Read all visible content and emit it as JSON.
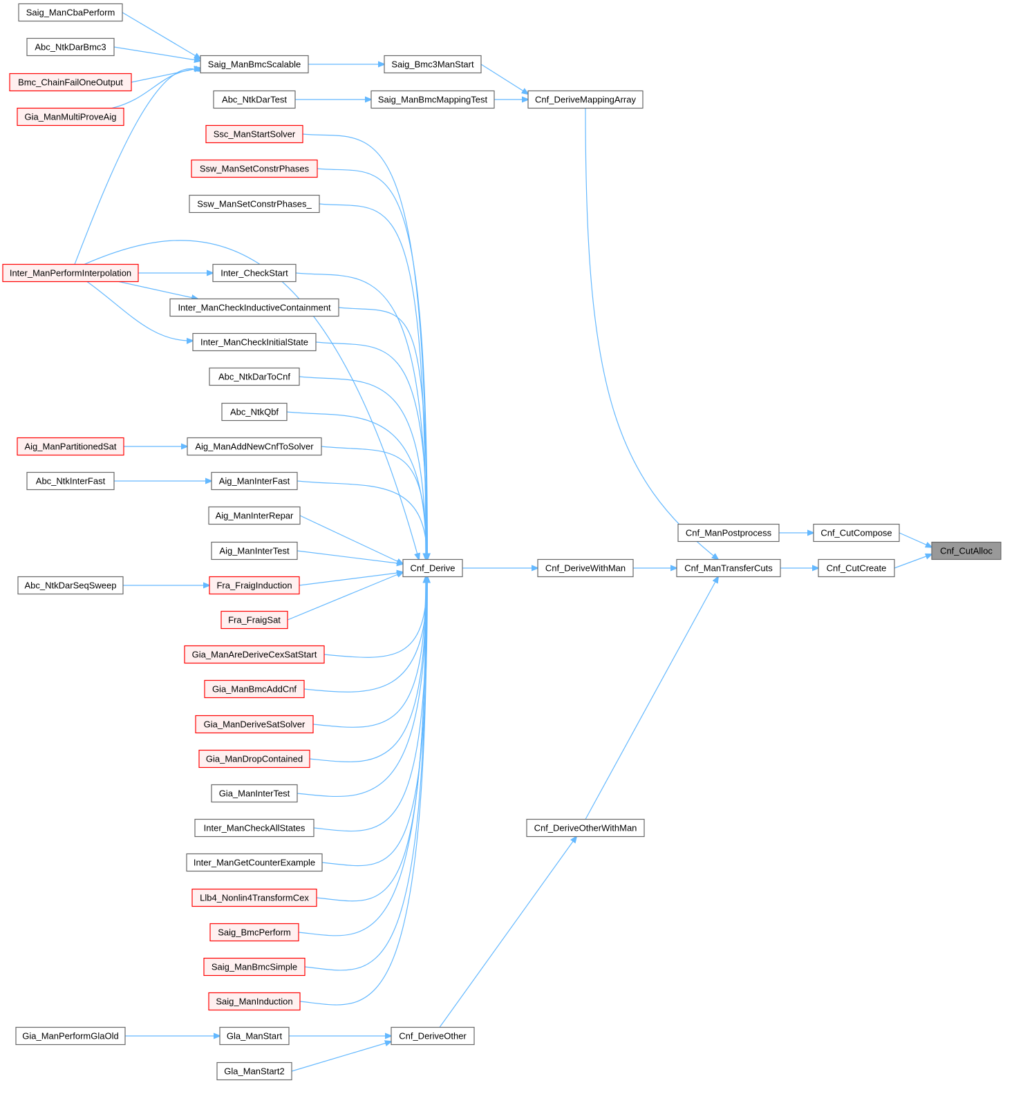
{
  "title": "Cnf_CutAlloc caller graph",
  "colors": {
    "edge": "#63b8ff",
    "node_border": "#666666",
    "truncated_border": "#ff0000",
    "truncated_fill": "#fff0f0",
    "focus_fill": "#999999"
  },
  "nodes": [
    {
      "id": "n_cutalloc",
      "label": "Cnf_CutAlloc",
      "style": "focus"
    },
    {
      "id": "n_cutcompose",
      "label": "Cnf_CutCompose",
      "style": "plain"
    },
    {
      "id": "n_cutcreate",
      "label": "Cnf_CutCreate",
      "style": "plain"
    },
    {
      "id": "n_manpostprocess",
      "label": "Cnf_ManPostprocess",
      "style": "plain"
    },
    {
      "id": "n_mantransfercuts",
      "label": "Cnf_ManTransferCuts",
      "style": "plain"
    },
    {
      "id": "n_derivemappingarray",
      "label": "Cnf_DeriveMappingArray",
      "style": "plain"
    },
    {
      "id": "n_derivewithman",
      "label": "Cnf_DeriveWithMan",
      "style": "plain"
    },
    {
      "id": "n_deriveotherwithman",
      "label": "Cnf_DeriveOtherWithMan",
      "style": "plain"
    },
    {
      "id": "n_bmc3manstart",
      "label": "Saig_Bmc3ManStart",
      "style": "plain"
    },
    {
      "id": "n_manbmcmappingtest",
      "label": "Saig_ManBmcMappingTest",
      "style": "plain"
    },
    {
      "id": "n_cnfderive",
      "label": "Cnf_Derive",
      "style": "plain"
    },
    {
      "id": "n_cnfderiveother",
      "label": "Cnf_DeriveOther",
      "style": "plain"
    },
    {
      "id": "n_manbmcscalable",
      "label": "Saig_ManBmcScalable",
      "style": "plain"
    },
    {
      "id": "n_ntkdartest",
      "label": "Abc_NtkDarTest",
      "style": "plain"
    },
    {
      "id": "n_sscstartsolver",
      "label": "Ssc_ManStartSolver",
      "style": "red"
    },
    {
      "id": "n_sswsetconstr",
      "label": "Ssw_ManSetConstrPhases",
      "style": "red"
    },
    {
      "id": "n_sswsetconstr2",
      "label": "Ssw_ManSetConstrPhases_",
      "style": "plain"
    },
    {
      "id": "n_intercheckstart",
      "label": "Inter_CheckStart",
      "style": "plain"
    },
    {
      "id": "n_intercheckinductive",
      "label": "Inter_ManCheckInductiveContainment",
      "style": "plain"
    },
    {
      "id": "n_intercheckinitial",
      "label": "Inter_ManCheckInitialState",
      "style": "plain"
    },
    {
      "id": "n_ntkdartocnf",
      "label": "Abc_NtkDarToCnf",
      "style": "plain"
    },
    {
      "id": "n_ntkqbf",
      "label": "Abc_NtkQbf",
      "style": "plain"
    },
    {
      "id": "n_addnewcnf",
      "label": "Aig_ManAddNewCnfToSolver",
      "style": "plain"
    },
    {
      "id": "n_aiginterfast",
      "label": "Aig_ManInterFast",
      "style": "plain"
    },
    {
      "id": "n_aiginterrepar",
      "label": "Aig_ManInterRepar",
      "style": "plain"
    },
    {
      "id": "n_aigintertest",
      "label": "Aig_ManInterTest",
      "style": "plain"
    },
    {
      "id": "n_fraiginduction",
      "label": "Fra_FraigInduction",
      "style": "red"
    },
    {
      "id": "n_fraigsat",
      "label": "Fra_FraigSat",
      "style": "red"
    },
    {
      "id": "n_giaarederive",
      "label": "Gia_ManAreDeriveCexSatStart",
      "style": "red"
    },
    {
      "id": "n_giabmcaddcnf",
      "label": "Gia_ManBmcAddCnf",
      "style": "red"
    },
    {
      "id": "n_giaderivesat",
      "label": "Gia_ManDeriveSatSolver",
      "style": "red"
    },
    {
      "id": "n_giadropcontained",
      "label": "Gia_ManDropContained",
      "style": "red"
    },
    {
      "id": "n_giaintertest",
      "label": "Gia_ManInterTest",
      "style": "plain"
    },
    {
      "id": "n_interallstates",
      "label": "Inter_ManCheckAllStates",
      "style": "plain"
    },
    {
      "id": "n_intercounter",
      "label": "Inter_ManGetCounterExample",
      "style": "plain"
    },
    {
      "id": "n_llb4",
      "label": "Llb4_Nonlin4TransformCex",
      "style": "red"
    },
    {
      "id": "n_saigbmcperform",
      "label": "Saig_BmcPerform",
      "style": "red"
    },
    {
      "id": "n_saigbmcsimple",
      "label": "Saig_ManBmcSimple",
      "style": "red"
    },
    {
      "id": "n_saiginduction",
      "label": "Saig_ManInduction",
      "style": "red"
    },
    {
      "id": "n_glamanstart",
      "label": "Gla_ManStart",
      "style": "plain"
    },
    {
      "id": "n_glamanstart2",
      "label": "Gla_ManStart2",
      "style": "plain"
    },
    {
      "id": "n_cbaperform",
      "label": "Saig_ManCbaPerform",
      "style": "plain"
    },
    {
      "id": "n_ntkdarbmc3",
      "label": "Abc_NtkDarBmc3",
      "style": "plain"
    },
    {
      "id": "n_bmcchainfail",
      "label": "Bmc_ChainFailOneOutput",
      "style": "red"
    },
    {
      "id": "n_giamultiprove",
      "label": "Gia_ManMultiProveAig",
      "style": "red"
    },
    {
      "id": "n_interperform",
      "label": "Inter_ManPerformInterpolation",
      "style": "red"
    },
    {
      "id": "n_partitionedsat",
      "label": "Aig_ManPartitionedSat",
      "style": "red"
    },
    {
      "id": "n_ntkinterfast",
      "label": "Abc_NtkInterFast",
      "style": "plain"
    },
    {
      "id": "n_ntkdarseqsweep",
      "label": "Abc_NtkDarSeqSweep",
      "style": "plain"
    },
    {
      "id": "n_performglaold",
      "label": "Gia_ManPerformGlaOld",
      "style": "plain"
    }
  ],
  "edges": [
    [
      "n_cutcompose",
      "n_cutalloc"
    ],
    [
      "n_cutcreate",
      "n_cutalloc"
    ],
    [
      "n_manpostprocess",
      "n_cutcompose"
    ],
    [
      "n_mantransfercuts",
      "n_cutcreate"
    ],
    [
      "n_derivemappingarray",
      "n_mantransfercuts"
    ],
    [
      "n_derivewithman",
      "n_mantransfercuts"
    ],
    [
      "n_deriveotherwithman",
      "n_mantransfercuts"
    ],
    [
      "n_bmc3manstart",
      "n_derivemappingarray"
    ],
    [
      "n_manbmcmappingtest",
      "n_derivemappingarray"
    ],
    [
      "n_cnfderive",
      "n_derivewithman"
    ],
    [
      "n_cnfderiveother",
      "n_deriveotherwithman"
    ],
    [
      "n_manbmcscalable",
      "n_bmc3manstart"
    ],
    [
      "n_ntkdartest",
      "n_manbmcmappingtest"
    ],
    [
      "n_sscstartsolver",
      "n_cnfderive"
    ],
    [
      "n_sswsetconstr",
      "n_cnfderive"
    ],
    [
      "n_sswsetconstr2",
      "n_cnfderive"
    ],
    [
      "n_interperform",
      "n_cnfderive"
    ],
    [
      "n_intercheckstart",
      "n_cnfderive"
    ],
    [
      "n_intercheckinductive",
      "n_cnfderive"
    ],
    [
      "n_intercheckinitial",
      "n_cnfderive"
    ],
    [
      "n_ntkdartocnf",
      "n_cnfderive"
    ],
    [
      "n_ntkqbf",
      "n_cnfderive"
    ],
    [
      "n_addnewcnf",
      "n_cnfderive"
    ],
    [
      "n_aiginterfast",
      "n_cnfderive"
    ],
    [
      "n_aiginterrepar",
      "n_cnfderive"
    ],
    [
      "n_aigintertest",
      "n_cnfderive"
    ],
    [
      "n_fraiginduction",
      "n_cnfderive"
    ],
    [
      "n_fraigsat",
      "n_cnfderive"
    ],
    [
      "n_giaarederive",
      "n_cnfderive"
    ],
    [
      "n_giabmcaddcnf",
      "n_cnfderive"
    ],
    [
      "n_giaderivesat",
      "n_cnfderive"
    ],
    [
      "n_giadropcontained",
      "n_cnfderive"
    ],
    [
      "n_giaintertest",
      "n_cnfderive"
    ],
    [
      "n_interallstates",
      "n_cnfderive"
    ],
    [
      "n_intercounter",
      "n_cnfderive"
    ],
    [
      "n_llb4",
      "n_cnfderive"
    ],
    [
      "n_saigbmcperform",
      "n_cnfderive"
    ],
    [
      "n_saigbmcsimple",
      "n_cnfderive"
    ],
    [
      "n_saiginduction",
      "n_cnfderive"
    ],
    [
      "n_glamanstart",
      "n_cnfderiveother"
    ],
    [
      "n_glamanstart2",
      "n_cnfderiveother"
    ],
    [
      "n_cbaperform",
      "n_manbmcscalable"
    ],
    [
      "n_ntkdarbmc3",
      "n_manbmcscalable"
    ],
    [
      "n_bmcchainfail",
      "n_manbmcscalable"
    ],
    [
      "n_giamultiprove",
      "n_manbmcscalable"
    ],
    [
      "n_interperform",
      "n_manbmcscalable"
    ],
    [
      "n_interperform",
      "n_intercheckstart"
    ],
    [
      "n_interperform",
      "n_intercheckinductive"
    ],
    [
      "n_interperform",
      "n_intercheckinitial"
    ],
    [
      "n_partitionedsat",
      "n_addnewcnf"
    ],
    [
      "n_ntkinterfast",
      "n_aiginterfast"
    ],
    [
      "n_ntkdarseqsweep",
      "n_fraiginduction"
    ],
    [
      "n_performglaold",
      "n_glamanstart"
    ]
  ]
}
